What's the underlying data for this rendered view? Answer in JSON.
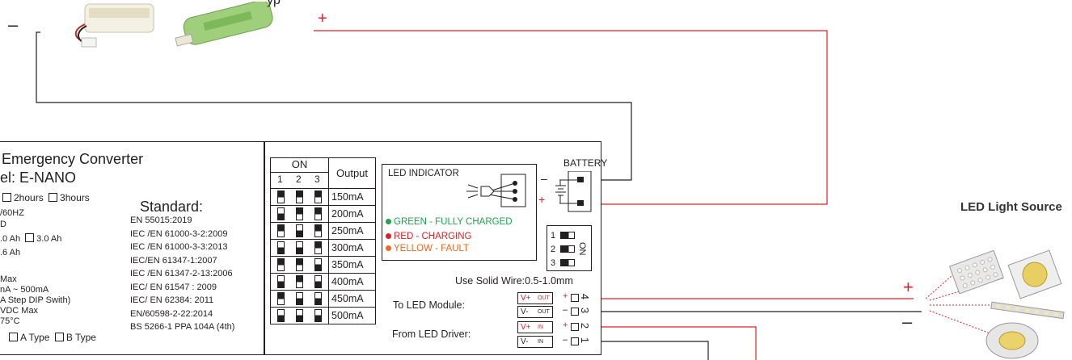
{
  "header_partial": "yp",
  "battery_section": {
    "minus_label": "–",
    "plus_label": "+"
  },
  "converter_left": {
    "title": "Emergency Converter",
    "model": "el: E-NANO",
    "duration_options": "2hours",
    "duration_option_3": "3hours",
    "freq": "/60HZ",
    "line_d": "D",
    "capacity_a": ".0 Ah",
    "capacity_b": "3.0 Ah",
    "capacity_c": ".6 Ah",
    "max_label": "Max",
    "current_range": "nA ~ 500mA",
    "step_dip": "A Step DIP Swith)",
    "vdc": "VDC Max",
    "temp": "75°C",
    "type_a": "A Type",
    "type_b": "B Type"
  },
  "standards": {
    "heading": "Standard:",
    "items": [
      "EN 55015:2019",
      "IEC /EN 61000-3-2:2009",
      "IEC /EN 61000-3-3:2013",
      "IEC/EN 61347-1:2007",
      "IEC /EN 61347-2-13:2006",
      "IEC/ EN 61547 : 2009",
      "IEC/ EN 62384: 2011",
      "EN/60598-2-22:2014",
      "BS 5266-1 PPA 104A (4th)"
    ]
  },
  "dip_table": {
    "on_label": "ON",
    "col_labels": [
      "1",
      "2",
      "3"
    ],
    "output_label": "Output",
    "rows": [
      {
        "output": "150mA",
        "pattern": [
          "off",
          "off",
          "off"
        ]
      },
      {
        "output": "200mA",
        "pattern": [
          "on",
          "off",
          "off"
        ]
      },
      {
        "output": "250mA",
        "pattern": [
          "off",
          "on",
          "off"
        ]
      },
      {
        "output": "300mA",
        "pattern": [
          "on",
          "on",
          "off"
        ]
      },
      {
        "output": "350mA",
        "pattern": [
          "off",
          "off",
          "on"
        ]
      },
      {
        "output": "400mA",
        "pattern": [
          "on",
          "off",
          "on"
        ]
      },
      {
        "output": "450mA",
        "pattern": [
          "off",
          "on",
          "on"
        ]
      },
      {
        "output": "500mA",
        "pattern": [
          "on",
          "on",
          "on"
        ]
      }
    ]
  },
  "led_indicator": {
    "title": "LED INDICATOR",
    "green": "GREEN - FULLY CHARGED",
    "red": "RED - CHARGING",
    "yellow": "YELLOW - FAULT",
    "green_color": "#1aa64a",
    "red_color": "#e31e24",
    "yellow_color": "#f26522"
  },
  "battery_terminal": {
    "label": "BATTERY",
    "minus": "–",
    "plus": "+"
  },
  "side_switch": {
    "rows": [
      "1",
      "2",
      "3"
    ],
    "on_label": "ON"
  },
  "wiring": {
    "solid_wire": "Use Solid Wire:0.5-1.0mm",
    "to_led": "To LED Module:",
    "from_driver": "From LED Driver:",
    "terms": [
      {
        "v": "V+",
        "sub": "OUT",
        "pm": "+",
        "num": "4",
        "color": "#e31e24"
      },
      {
        "v": "V-",
        "sub": "OUT",
        "pm": "–",
        "num": "3",
        "color": "#231f20"
      },
      {
        "v": "V+",
        "sub": "IN",
        "pm": "+",
        "num": "2",
        "color": "#e31e24"
      },
      {
        "v": "V-",
        "sub": "IN",
        "pm": "–",
        "num": "1",
        "color": "#231f20"
      }
    ]
  },
  "led_source": {
    "title": "LED Light Source",
    "plus": "+",
    "minus": "–"
  },
  "colors": {
    "wire_red": "#e31e24",
    "wire_black": "#231f20"
  }
}
